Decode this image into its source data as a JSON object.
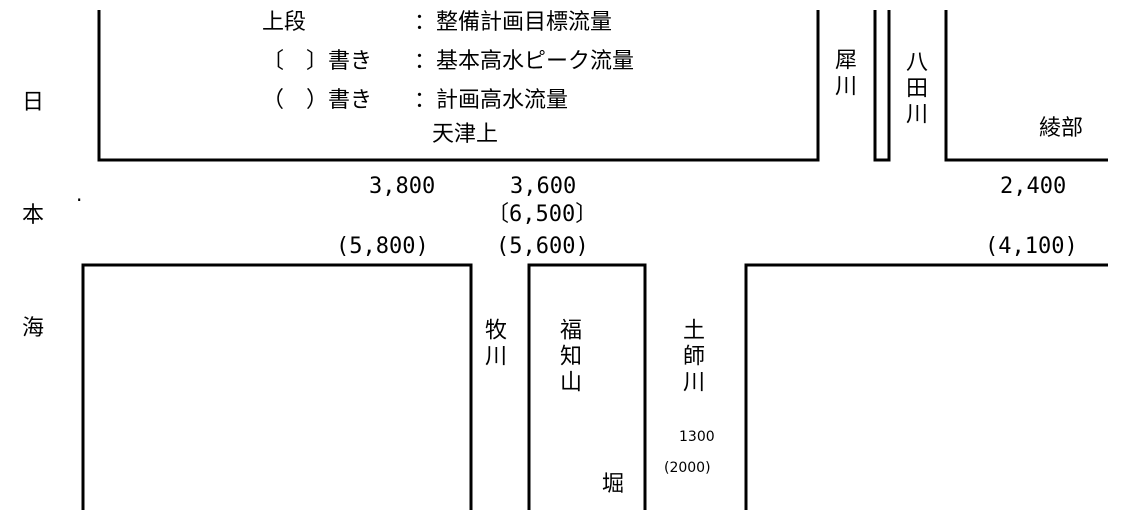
{
  "legend": {
    "row1": {
      "key": "上段",
      "value": "：整備計画目標流量"
    },
    "row2": {
      "key": "〔　〕書き",
      "value": "：基本高水ピーク流量"
    },
    "row3": {
      "key": "（　）書き",
      "value": "：計画高水流量"
    }
  },
  "labels": {
    "sea_col": [
      "日",
      "本",
      "海"
    ],
    "upstream_main": "天津上",
    "ayabe": "綾部",
    "sai_river": "犀川",
    "yata_river": "八田川",
    "maki_river": "牧川",
    "fukuchiyama": "福知山",
    "hori": "堀",
    "haji_river": "土師川",
    "dot": "."
  },
  "flows": {
    "downstream": {
      "target": "3,800",
      "plan": "(5,800)"
    },
    "midstream": {
      "target": "3,600",
      "basic": "〔6,500〕",
      "plan": "(5,600)"
    },
    "ayabe": {
      "target": "2,400",
      "plan": "(4,100)"
    },
    "haji": {
      "target": "1300",
      "plan": "(2000)"
    }
  }
}
